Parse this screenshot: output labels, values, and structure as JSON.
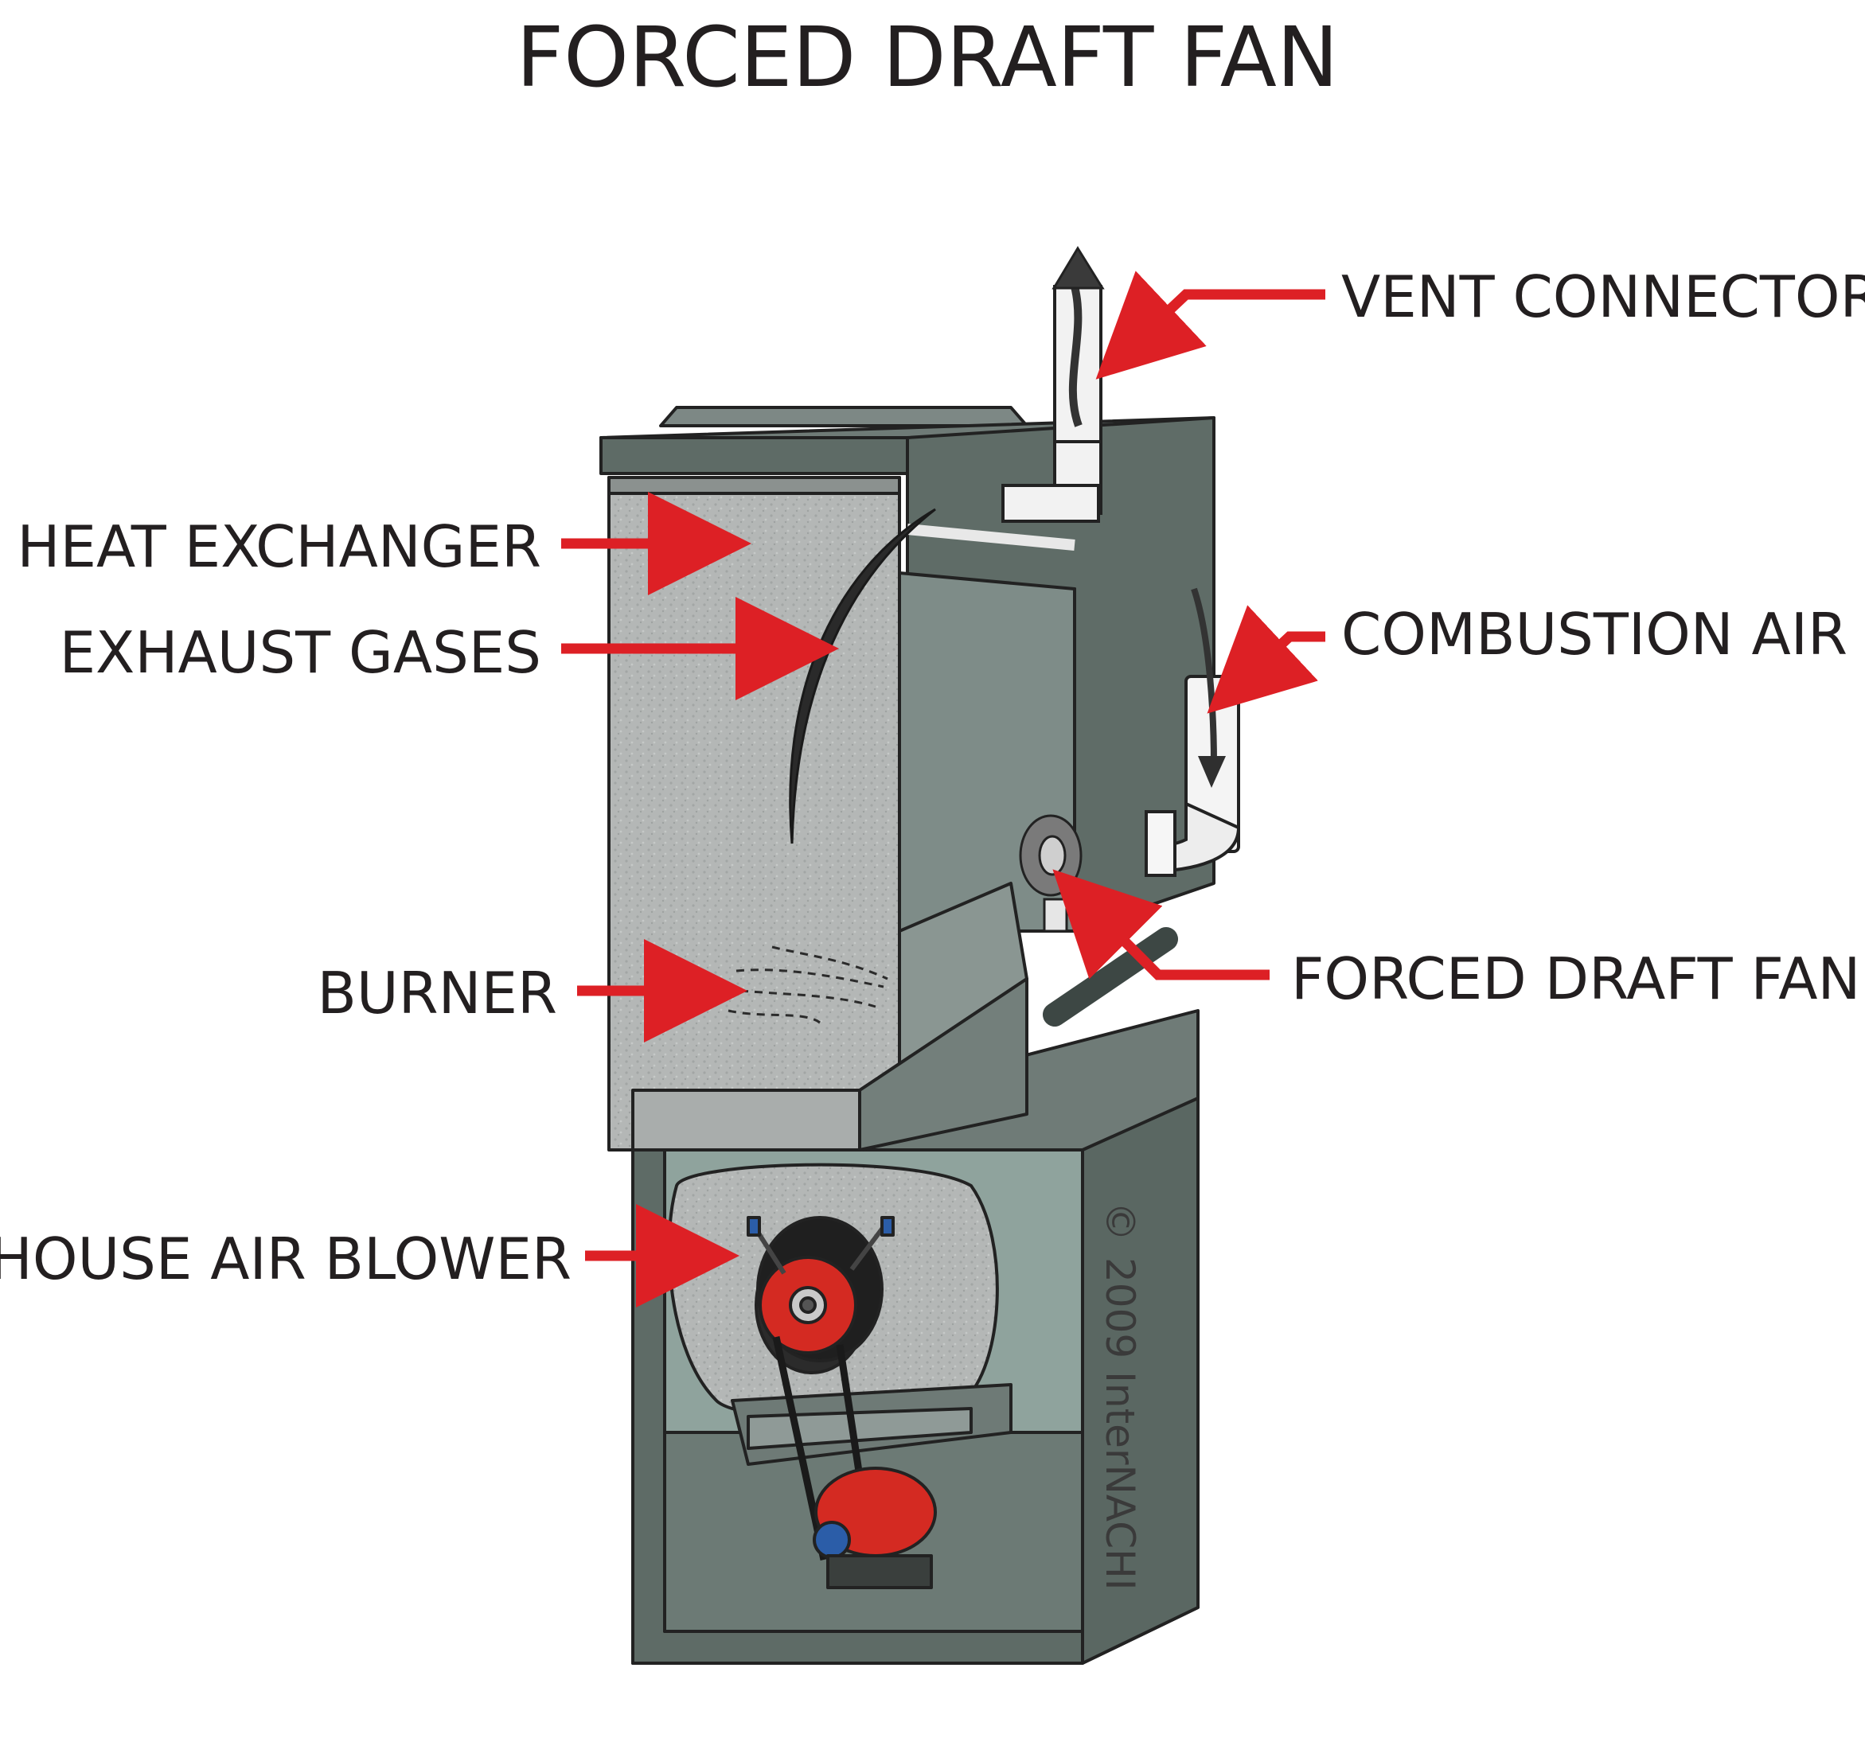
{
  "title": "FORCED DRAFT FAN",
  "labels": {
    "vent_connector": "VENT CONNECTOR",
    "heat_exchanger": "HEAT EXCHANGER",
    "exhaust_gases": "EXHAUST GASES",
    "combustion_air": "COMBUSTION AIR",
    "burner": "BURNER",
    "forced_draft_fan": "FORCED DRAFT FAN",
    "house_air_blower": "HOUSE AIR BLOWER"
  },
  "copyright": {
    "symbol": "©",
    "text": "2009 InterNACHI"
  },
  "colors": {
    "arrow_red": "#dd2025",
    "cabinet_dark": "#5e6b66",
    "cabinet_mid": "#7b8783",
    "galvanized": "#b4b7b6",
    "interior_light": "#9ab0aa",
    "pipe_white": "#f2f2f2",
    "motor_red": "#d42a22",
    "text": "#231f20"
  }
}
